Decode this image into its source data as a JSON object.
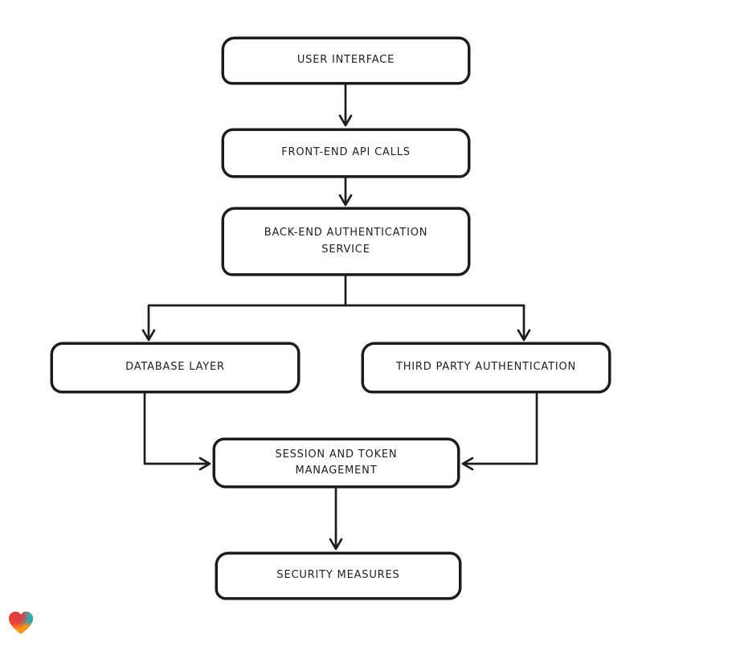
{
  "diagram": {
    "background_color": "#ffffff",
    "stroke_color": "#1c1c1c",
    "node_fill_color": "#ffffff",
    "nodes": [
      {
        "id": "user-interface",
        "label": "USER INTERFACE"
      },
      {
        "id": "front-end-api-calls",
        "label": "FRONT-END API CALLS"
      },
      {
        "id": "back-end-authentication-service",
        "label": "BACK-END AUTHENTICATION SERVICE"
      },
      {
        "id": "database-layer",
        "label": "DATABASE LAYER"
      },
      {
        "id": "third-party-authentication",
        "label": "THIRD PARTY AUTHENTICATION"
      },
      {
        "id": "session-and-token-management",
        "label": "SESSION AND TOKEN MANAGEMENT"
      },
      {
        "id": "security-measures",
        "label": "SECURITY MEASURES"
      }
    ],
    "edges": [
      {
        "from": "user-interface",
        "to": "front-end-api-calls"
      },
      {
        "from": "front-end-api-calls",
        "to": "back-end-authentication-service"
      },
      {
        "from": "back-end-authentication-service",
        "to": "database-layer"
      },
      {
        "from": "back-end-authentication-service",
        "to": "third-party-authentication"
      },
      {
        "from": "database-layer",
        "to": "session-and-token-management"
      },
      {
        "from": "third-party-authentication",
        "to": "session-and-token-management"
      },
      {
        "from": "session-and-token-management",
        "to": "security-measures"
      }
    ]
  },
  "branding": {
    "logo_icon": "heart-logo",
    "logo_colors": {
      "red": "#e5383f",
      "teal": "#1fb7b0",
      "blue": "#4a5be0",
      "orange": "#f6941d"
    }
  }
}
